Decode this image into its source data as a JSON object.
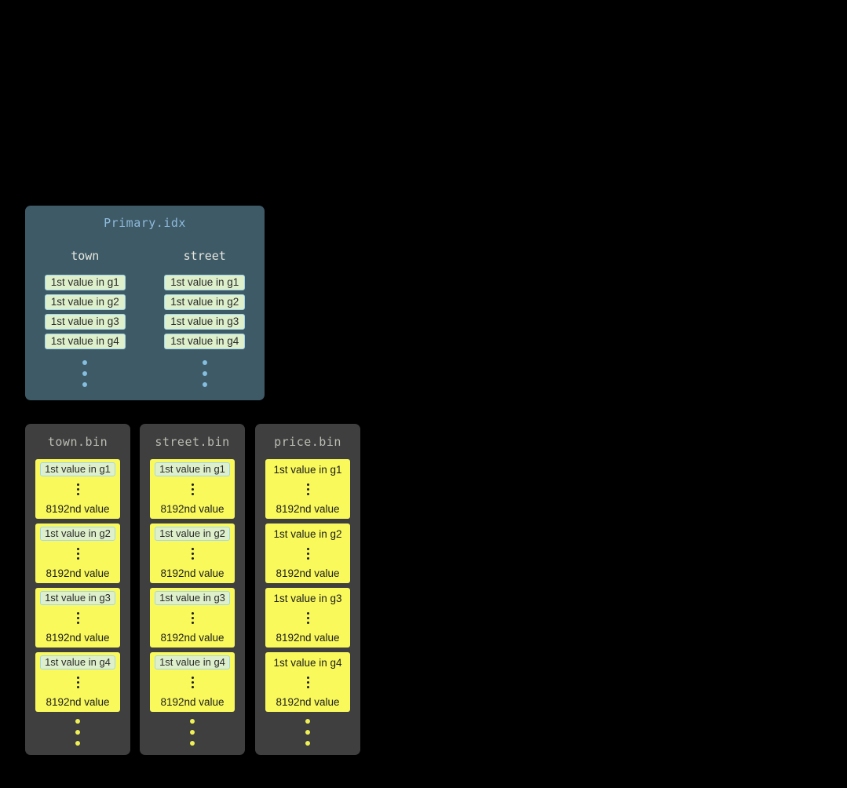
{
  "primary_index": {
    "title": "Primary.idx",
    "columns": [
      {
        "name": "town",
        "values": [
          "1st value in g1",
          "1st value in g2",
          "1st value in g3",
          "1st value in g4"
        ]
      },
      {
        "name": "street",
        "values": [
          "1st value in g1",
          "1st value in g2",
          "1st value in g3",
          "1st value in g4"
        ]
      }
    ]
  },
  "bin_files": [
    {
      "title": "town.bin",
      "granules": [
        {
          "first": "1st value in g1",
          "last": "8192nd value"
        },
        {
          "first": "1st value in g2",
          "last": "8192nd value"
        },
        {
          "first": "1st value in g3",
          "last": "8192nd value"
        },
        {
          "first": "1st value in g4",
          "last": "8192nd value"
        }
      ]
    },
    {
      "title": "street.bin",
      "granules": [
        {
          "first": "1st value in g1",
          "last": "8192nd value"
        },
        {
          "first": "1st value in g2",
          "last": "8192nd value"
        },
        {
          "first": "1st value in g3",
          "last": "8192nd value"
        },
        {
          "first": "1st value in g4",
          "last": "8192nd value"
        }
      ]
    },
    {
      "title": "price.bin",
      "granules": [
        {
          "first": "1st value in g1",
          "last": "8192nd value"
        },
        {
          "first": "1st value in g2",
          "last": "8192nd value"
        },
        {
          "first": "1st value in g3",
          "last": "8192nd value"
        },
        {
          "first": "1st value in g4",
          "last": "8192nd value"
        }
      ]
    }
  ],
  "colors": {
    "background": "#000000",
    "primary_panel_bg": "#3d5a66",
    "primary_title_text": "#8fb9dc",
    "column_header_text": "#e6e6de",
    "value_box_bg": "#def0cb",
    "value_box_border": "#a5d6e8",
    "value_text": "#2a2a2a",
    "bin_panel_bg": "#3f3f3f",
    "bin_title_text": "#bcbcb4",
    "granule_bg": "#f9f95c",
    "primary_dots": "#85bede",
    "bin_dots": "#eff055"
  }
}
